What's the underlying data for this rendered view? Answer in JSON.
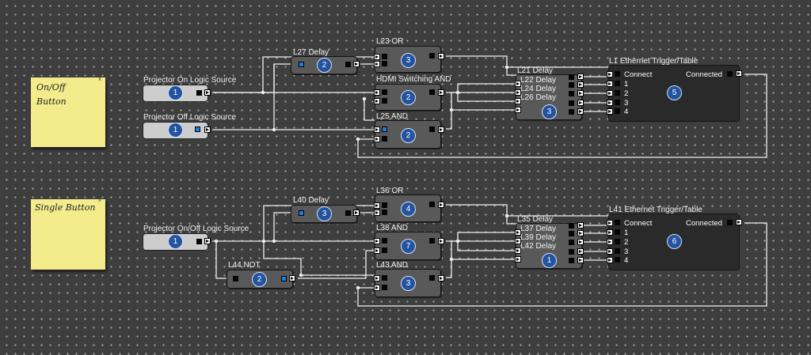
{
  "notes": [
    {
      "line1": "On/Off",
      "line2": "Button",
      "close": "x"
    },
    {
      "line1": "Single Button",
      "line2": "",
      "close": "x"
    }
  ],
  "blocks": {
    "proj_on": {
      "title": "Projector On  Logic Source",
      "num": "1"
    },
    "proj_off": {
      "title": "Projector Off  Logic Source",
      "num": "1"
    },
    "l27": {
      "title": "L27  Delay",
      "num": "2"
    },
    "l23": {
      "title": "L23  OR",
      "num": "3"
    },
    "hdmi": {
      "title": "HDMI Switching  AND",
      "num": "2"
    },
    "l25": {
      "title": "L25  AND",
      "num": "2"
    },
    "l21": {
      "title": "L21  Delay",
      "num": "3",
      "overlaps": [
        "L22  Delay",
        "L24  Delay",
        "L26  Delay"
      ]
    },
    "l1": {
      "title": "L1  Ethernet Trigger/Table",
      "num": "5",
      "in_labels": [
        "Connect",
        "1",
        "2",
        "3",
        "4"
      ],
      "out_label": "Connected"
    },
    "proj_onoff": {
      "title": "Projector On/Off  Logic Source",
      "num": "1"
    },
    "l40": {
      "title": "L40  Delay",
      "num": "3"
    },
    "l36": {
      "title": "L36  OR",
      "num": "4"
    },
    "l38": {
      "title": "L38  AND",
      "num": "7"
    },
    "l43": {
      "title": "L43  AND",
      "num": "3"
    },
    "l44": {
      "title": "L44  NOT",
      "num": "2"
    },
    "l35": {
      "title": "L35  Delay",
      "num": "1",
      "overlaps": [
        "L37  Delay",
        "L39  Delay",
        "L42  Delay"
      ]
    },
    "l41": {
      "title": "L41  Ethernet Trigger/Table",
      "num": "6",
      "in_labels": [
        "Connect",
        "1",
        "2",
        "3",
        "4"
      ],
      "out_label": "Connected"
    }
  }
}
